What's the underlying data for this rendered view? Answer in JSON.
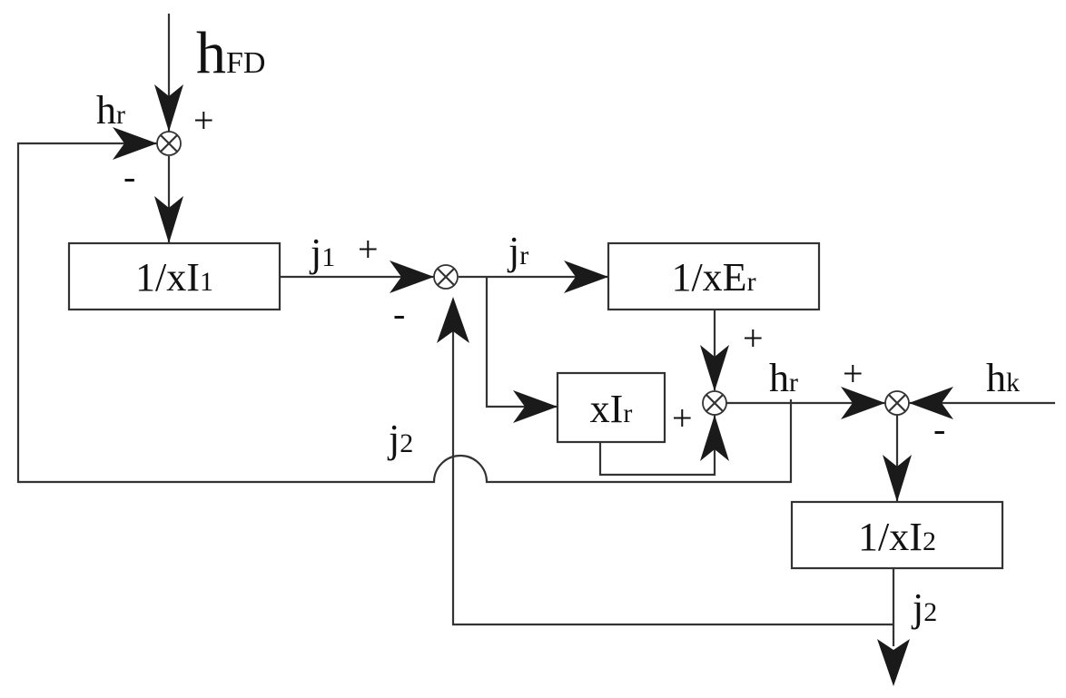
{
  "blocks": {
    "inv_xI1": {
      "prefix": "1/x",
      "main": "I",
      "sub": "1"
    },
    "inv_xEr": {
      "prefix": "1/x",
      "main": "E",
      "sub": "r"
    },
    "xIr": {
      "prefix": "x",
      "main": "I",
      "sub": "r"
    },
    "inv_xI2": {
      "prefix": "1/x",
      "main": "I",
      "sub": "2"
    }
  },
  "signals": {
    "hFD": {
      "main": "h",
      "sub": "FD"
    },
    "hr_top": {
      "main": "h",
      "sub": "r"
    },
    "j1": {
      "main": "j",
      "sub": "1"
    },
    "jr": {
      "main": "j",
      "sub": "r"
    },
    "hr_mid": {
      "main": "h",
      "sub": "r"
    },
    "hk": {
      "main": "h",
      "sub": "k"
    },
    "j2_mid": {
      "main": "j",
      "sub": "2"
    },
    "j2_out": {
      "main": "j",
      "sub": "2"
    }
  },
  "signs": {
    "s1_plus": "+",
    "s1_minus": "-",
    "s2_plus": "+",
    "s2_minus": "-",
    "s3_plus_top": "+",
    "s3_plus_left": "+",
    "s4_plus": "+",
    "s4_minus": "-"
  }
}
